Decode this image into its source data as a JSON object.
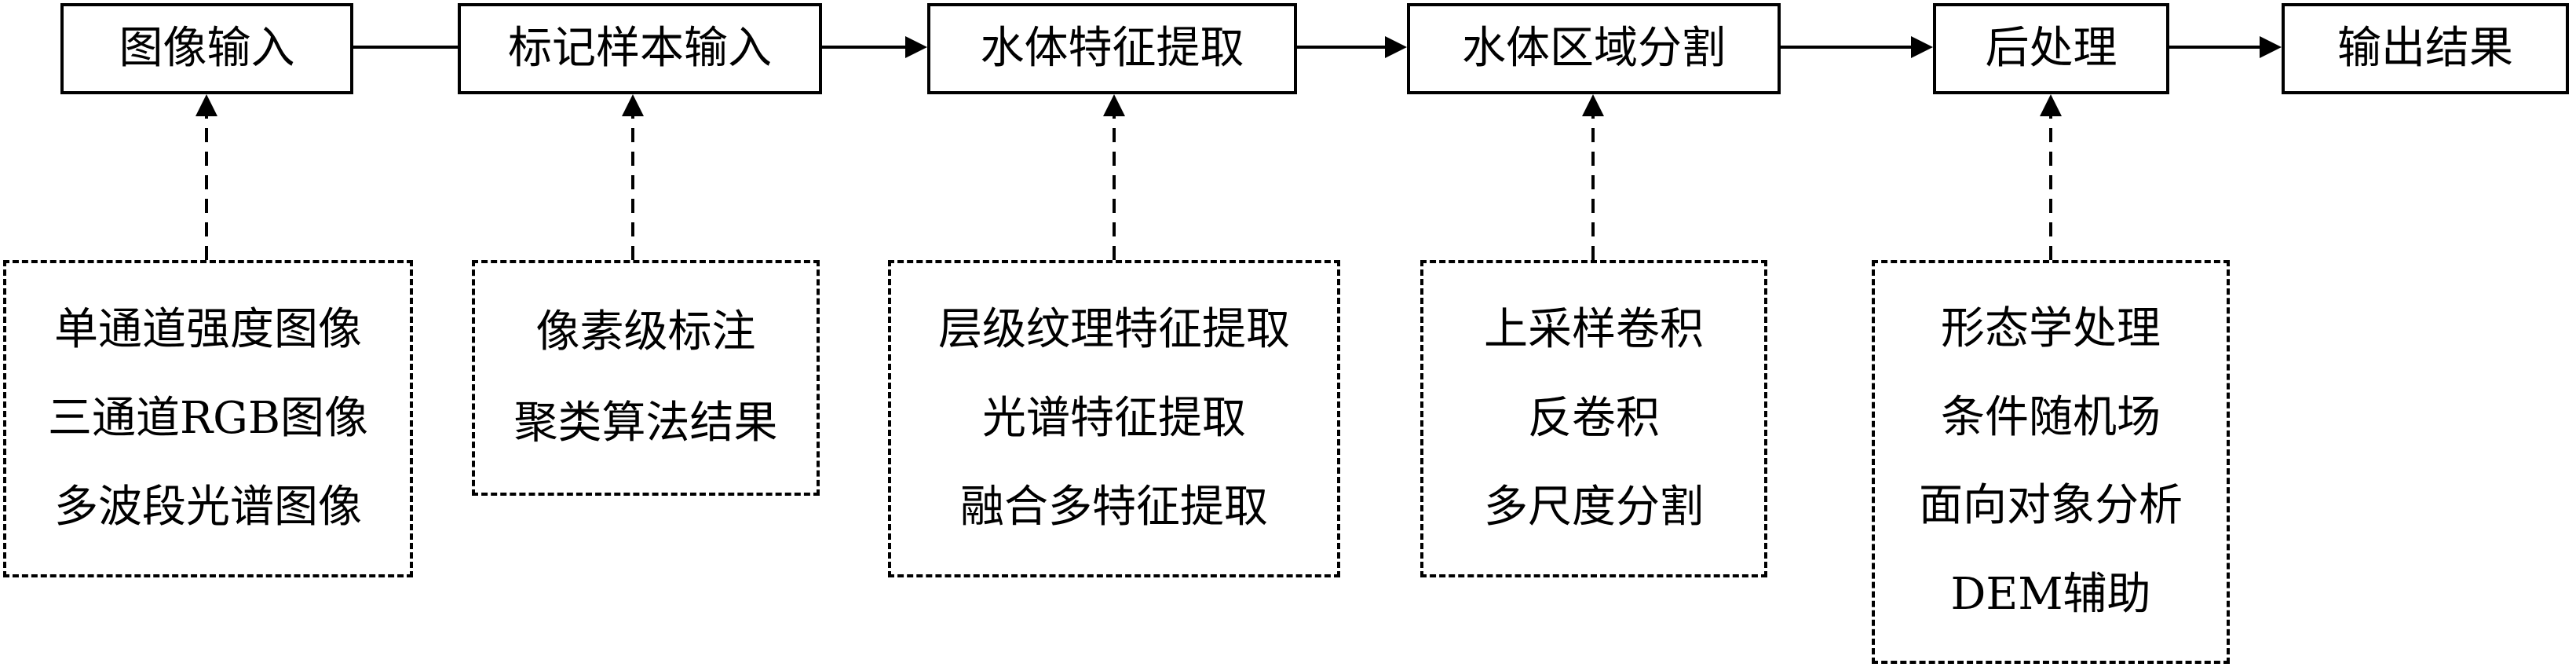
{
  "stages": [
    {
      "label": "图像输入"
    },
    {
      "label": "标记样本输入"
    },
    {
      "label": "水体特征提取"
    },
    {
      "label": "水体区域分割"
    },
    {
      "label": "后处理"
    },
    {
      "label": "输出结果"
    }
  ],
  "notes": [
    {
      "items": [
        "单通道强度图像",
        "三通道RGB图像",
        "多波段光谱图像"
      ]
    },
    {
      "items": [
        "像素级标注",
        "聚类算法结果"
      ]
    },
    {
      "items": [
        "层级纹理特征提取",
        "光谱特征提取",
        "融合多特征提取"
      ]
    },
    {
      "items": [
        "上采样卷积",
        "反卷积",
        "多尺度分割"
      ]
    },
    {
      "items": [
        "形态学处理",
        "条件随机场",
        "面向对象分析",
        "DEM辅助"
      ]
    }
  ]
}
